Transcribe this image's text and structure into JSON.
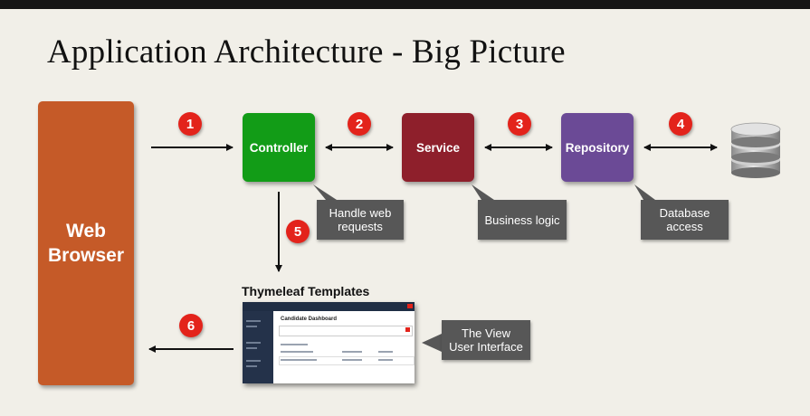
{
  "slide": {
    "title": "Application Architecture - Big Picture",
    "browser_label": "Web\nBrowser",
    "components": {
      "controller": "Controller",
      "service": "Service",
      "repository": "Repository"
    },
    "steps": [
      "1",
      "2",
      "3",
      "4",
      "5",
      "6"
    ],
    "notes": {
      "controller": "Handle web\nrequests",
      "service": "Business logic",
      "repository": "Database\naccess",
      "view": "The View\nUser Interface"
    },
    "templates_label": "Thymeleaf Templates",
    "screenshot": {
      "dashboard_title": "Candidate Dashboard"
    }
  },
  "colors": {
    "browser": "#c55a28",
    "controller": "#129c17",
    "service": "#8e1f2b",
    "repository": "#6b4a96",
    "badge": "#e3231b",
    "note": "#575757",
    "background": "#f1efe8"
  },
  "icons": {
    "database": "database-icon"
  }
}
